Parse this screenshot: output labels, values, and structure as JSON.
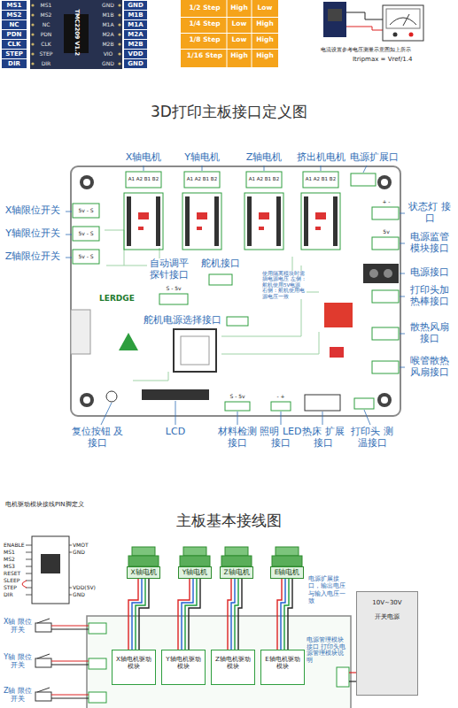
{
  "diagram": {
    "title": "3D打印主板接口定义图",
    "nodes": [
      {
        "text": [
          "X轴电机"
        ]
      },
      {
        "text": [
          "Y轴电机"
        ]
      },
      {
        "text": [
          "Z轴电机"
        ]
      },
      {
        "text": [
          "E轴电机"
        ]
      },
      {
        "text": [
          "X轴电机驱动模块"
        ]
      },
      {
        "text": [
          "Y轴电机驱动模块"
        ]
      },
      {
        "text": [
          "Z轴电机驱动模块"
        ]
      },
      {
        "text": [
          "E轴电机驱动模块"
        ]
      },
      {
        "text": [
          "10V~30V",
          "开关电源"
        ]
      }
    ],
    "edges": [
      {
        "from": 0,
        "to": 4,
        "arrow": "none"
      },
      {
        "from": 1,
        "to": 5,
        "arrow": "none"
      },
      {
        "from": 2,
        "to": 6,
        "arrow": "none"
      },
      {
        "from": 3,
        "to": 7,
        "arrow": "none"
      }
    ],
    "labels": [
      "MS1",
      "MS2",
      "NC",
      "PDN",
      "CLK",
      "STEP",
      "DIR",
      "GND",
      "M1B",
      "M1A",
      "M2A",
      "M2B",
      "VDD",
      "GND",
      "MS1",
      "MS2",
      "NC",
      "PDN",
      "CLK",
      "STEP",
      "DIR",
      "GND",
      "M1B",
      "M1A",
      "M2A",
      "M2B",
      "VIO",
      "GND",
      "TMC2209 V1.2",
      "1/2 Step",
      "High",
      "Low",
      "1/4 Step",
      "Low",
      "High",
      "1/8 Step",
      "Low",
      "High",
      "1/16 Step",
      "High",
      "High",
      "电流设置参考电压测量示意图如上所示",
      "Itripmax = Vref/1.4",
      "X轴电机",
      "Y轴电机",
      "Z轴电机",
      "挤出机电机",
      "电源扩展口",
      "A1 A2 B1 B2",
      "A1 A2 B1 B2",
      "A1 A2 B1 B2",
      "A1 A2 B1 B2",
      "X轴限位开关",
      "Y轴限位开关",
      "Z轴限位开关",
      "5v - S",
      "5v - S",
      "5v - S",
      "状态灯 接口",
      "电源监管 模块接口",
      "电源接口",
      "打印头加 热棒接口",
      "散热风扇 接口",
      "喉管散热 风扇接口",
      "自动调平 探针接口",
      "舵机接口",
      "舵机电源选择接口",
      "LERDGE",
      "使用隔离模块时需插电源电压 左侧：舵机使用5V电源 右侧：舵机使用电源电压一致",
      "S - 5v",
      "+ -",
      "5v",
      "复位按钮 及接口",
      "LCD",
      "材料检测 接口",
      "照明 LED接口",
      "热床 扩展接口",
      "打印头 测温接口",
      "S - 5v",
      "- +",
      "主板基本接线图",
      "电机驱动模块接线PIN脚定义",
      "ENABLE",
      "MS1",
      "MS2",
      "MS3",
      "RESET",
      "SLEEP",
      "STEP",
      "DIR",
      "VMOT",
      "GND",
      "VDD(5V)",
      "GND",
      "电源扩展接口，输出电压与输入电压一致",
      "X轴 限位开关",
      "Y轴 限位开关",
      "Z轴 限位开关",
      "电源管理模块接口 打印头电源管理模块说明"
    ]
  }
}
